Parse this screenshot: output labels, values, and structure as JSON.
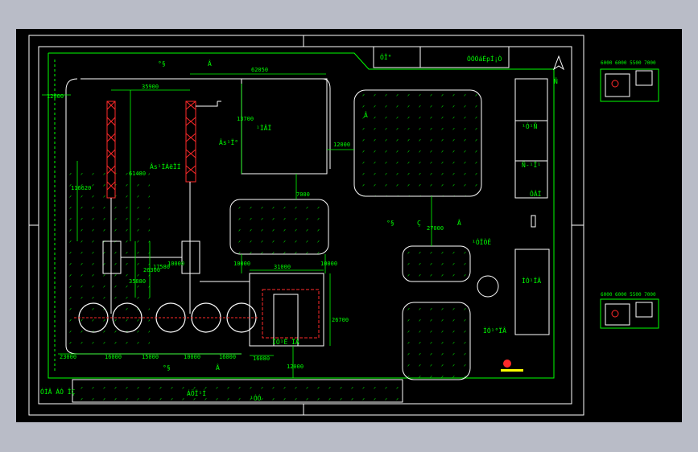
{
  "window": {
    "background": "#b9bcc7",
    "paper": "#000000"
  },
  "colors": {
    "frame": "#ffffff",
    "green": "#00ff00",
    "red": "#ff2a2a",
    "yellow": "#ffff00",
    "lightgreen": "#66ff66"
  },
  "labels": {
    "top_left_cjk": "°§",
    "top_mid_a": "Â",
    "right_block_1": "ÓÏ°",
    "right_block_2": "ÓÓÓáÉpÍ¡Ò",
    "upper_bldg": "¹ÌÂÏ",
    "tower_label": "Âs¹Ï°",
    "tower_label2": "Âs¹ÌÁëÏÍ",
    "park_letter": "Â",
    "center_cjk": "°§",
    "center_cj2": "Ç",
    "center_a": "Â",
    "small_bldg": "¹ÓÏÒÊ",
    "garden_label": "ÌÓ¹°ÏÂ",
    "rb_label": "ÌÓ¹ÏÂ",
    "right_side_1": "¹Ó¹Ñ",
    "right_side_2": "Ñ-¹Ï¹",
    "right_side_3": "ÔÂÏ",
    "bottom_left": "ÓÌÂ ÁÓ ÎÇ",
    "bottom_mid": "ÁÖÏ¹Ì",
    "bottom_gate": "¹ÓÓ",
    "bottom_cjk": "°§",
    "bottom_a": "Â",
    "right_mid_text": "ÎÓ¹Ë ÏÁ",
    "dim_62050": "62050",
    "dim_35900": "35900",
    "dim_12000": "12000",
    "dim_12000b": "12000",
    "dim_13700": "13700",
    "dim_61480": "61480",
    "dim_116620": "116620",
    "dim_7000": "7000",
    "dim_27000": "27000",
    "dim_31000": "31000",
    "dim_10000": "10000",
    "dim_10000b": "10000",
    "dim_26700": "26700",
    "dim_35880": "35880",
    "dim_26300": "26300",
    "dim_17580": "17580",
    "dim_23000": "23000",
    "dim_16000": "16000",
    "dim_15000": "15000",
    "dim_10000c": "10000",
    "dim_16000b": "16000",
    "dim_16080": "16080",
    "dim_12000c": "12000",
    "dim_10000d": "10000",
    "north": "Ñ",
    "thumb_top_dims": "6000 6000 5500 7000",
    "thumb_bot_dims": "6000 6000 5500 7000"
  }
}
